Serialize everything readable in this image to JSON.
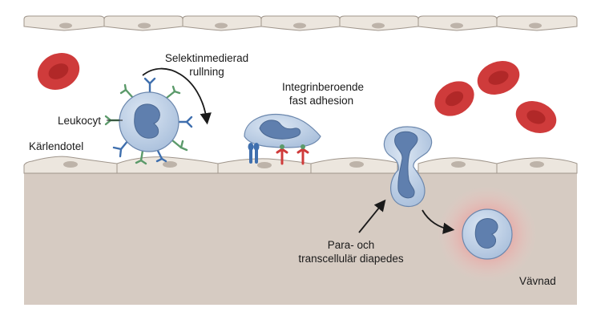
{
  "labels": {
    "rolling": [
      "Selektinmedierad",
      "rullning"
    ],
    "adhesion": [
      "Integrinberoende",
      "fast adhesion"
    ],
    "leukocyte": "Leukocyt",
    "endothelium": "Kärlendotel",
    "diapedesis": [
      "Para- och",
      "transcellulär diapedes"
    ],
    "tissue": "Vävnad"
  },
  "colors": {
    "tissue": "#d6cbc2",
    "endothelial_cell": "#ece6de",
    "endothelial_nucleus": "#bdb3a9",
    "leukocyte_cytoplasm": "#bccfe6",
    "leukocyte_nucleus": "#5f7fae",
    "red_blood_cell": "#cf3b3b",
    "integrin": "#3f6fae",
    "selectin_ligand": "#5b9a6a",
    "inflammation_glow": "#e86d6d"
  }
}
